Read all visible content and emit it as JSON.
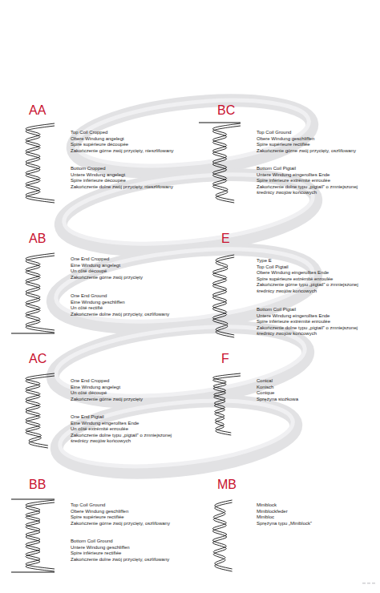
{
  "diagram": {
    "labels": [
      "AA",
      "Top Coil Cropped",
      "Obere Windung angelegt",
      "Spire supérieure découpée",
      "Zakończenie górne zwój przycięty, nieszlifowany",
      "Bottom Cropped",
      "Untere Windung angelegt",
      "Spire inférieure découpée",
      "Zakończenie dolne zwój przycięty, nieszlifowany",
      "BC",
      "Top Coil Ground",
      "Obere Windung geschliffen",
      "Spire supérieure rectifiée",
      "Zakończenie górne zwój przycięty, oszlifowany",
      "Bottom Coil Pigtail",
      "Untere Windung eingerolltes Ende",
      "Spire inférieure extrémité enroulée",
      "Zakończenie dolne typu „pigtail” o zmniejszonej średnicy zwojów końcowych",
      "AB",
      "One End Cropped",
      "Eine Windung angelegt",
      "Un côté découpé",
      "Zakończenie górne zwój przycięty",
      "One End Ground",
      "Eine Windung geschliffen",
      "Un côté rectifié",
      "Zakończenie dolne zwój przycięty, oszlifowany",
      "E",
      "Type E",
      "Top Coil Pigtail",
      "Obere Windung eingerolltes Ende",
      "Spire supérieure extrémité enroulée",
      "Zakończenie górne typu „pigtail” o zmniejszonej średnicy zwojów końcowych",
      "Bottom Coil Pigtail",
      "Untere Windung eingerolltes Ende",
      "Spire inférieure extrémité enroulée",
      "Zakończenie dolne typu „pigtail” o zmniejszonej średnicy zwojów końcowych",
      "AC",
      "One End Cropped",
      "Eine Windung angelegt",
      "Un côté découpé",
      "Zakończenie górne zwój przycięty",
      "One End Pigtail",
      "Eine Windung eingerolltes Ende",
      "Un côté extrémité enroulée",
      "Zakończenie dolne typu „pigtail” o zmniejszonej średnicy zwojów końcowych",
      "F",
      "Conical",
      "Konisch",
      "Conique",
      "Sprężyna stożkowa",
      "BB",
      "Top Coil Ground",
      "Obere Windung geschliffen",
      "Spire supérieure rectifiée",
      "Zakończenie górne zwój przycięty, oszlifowany",
      "Bottom Coil Ground",
      "Untere Windung geschliffen",
      "Spire inférieure rectifiée",
      "Zakończenie dolne zwój przycięty, oszlifowany",
      "MB",
      "Miniblock",
      "Miniblockfeder",
      "Minibloc",
      "Sprężyna typu „Miniblock”"
    ]
  }
}
